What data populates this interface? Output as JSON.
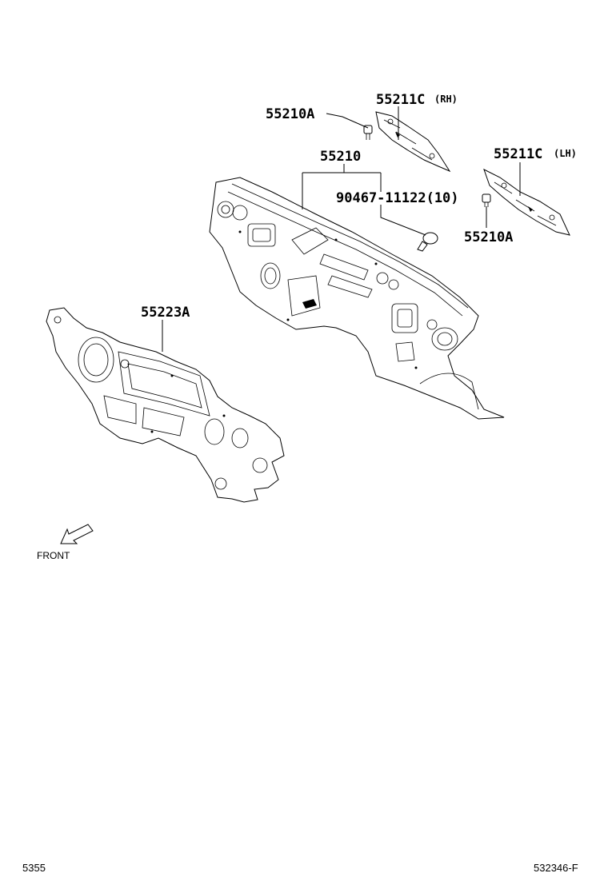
{
  "callouts": {
    "clip_upper": "55210A",
    "pad_rh_number": "55211C",
    "pad_rh_side": "(RH)",
    "panel": "55210",
    "bolt": "90467-11122(10)",
    "pad_lh_number": "55211C",
    "pad_lh_side": "(LH)",
    "clip_lower": "55210A",
    "insulator": "55223A"
  },
  "front_label": "FRONT",
  "footer": {
    "left_code": "5355",
    "right_code": "532346-F"
  }
}
